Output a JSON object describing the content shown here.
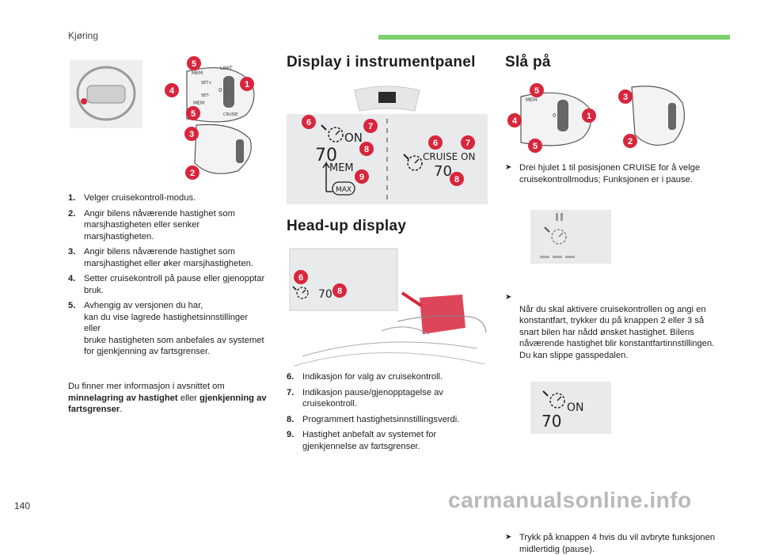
{
  "header": {
    "section": "Kjøring",
    "accent_color": "#7ccf6b"
  },
  "page_number": "140",
  "watermark": "carmanualsonline.info",
  "badge_color": "#d7263d",
  "left": {
    "stalk_labels": {
      "mem": "MEM",
      "limit": "LIMIT",
      "set_plus": "SET+",
      "set_minus": "SET-",
      "cruise": "CRUISE",
      "zero": "0"
    },
    "badges_top": [
      "5",
      "4",
      "5",
      "1",
      "3",
      "2"
    ],
    "list": [
      {
        "num": "1.",
        "text": "Velger cruisekontroll-modus."
      },
      {
        "num": "2.",
        "text": "Angir bilens nåværende hastighet som marsjhastigheten eller senker marsjhastigheten."
      },
      {
        "num": "3.",
        "text": "Angir bilens nåværende hastighet som marsjhastighet eller øker marsjhastigheten."
      },
      {
        "num": "4.",
        "text": "Setter cruisekontroll på pause eller gjenopptar bruk."
      },
      {
        "num": "5.",
        "text": "Avhengig av versjonen du har,\nkan du vise lagrede hastighetsinnstillinger\neller\nbruke hastigheten som anbefales av systemet for gjenkjenning av fartsgrenser."
      }
    ],
    "footer_pre": "Du finner mer informasjon i avsnittet om ",
    "footer_bold1": "minnelagring av hastighet",
    "footer_mid": " eller ",
    "footer_bold2": "gjenkjenning av fartsgrenser",
    "footer_end": "."
  },
  "middle": {
    "title1": "Display i instrumentpanel",
    "panel": {
      "on": "ON",
      "speed": "70",
      "mem": "MEM",
      "max": "MAX",
      "cruise_on": "CRUISE ON",
      "speed2": "70",
      "badges_left": [
        "6",
        "7",
        "8",
        "9"
      ],
      "badges_right": [
        "6",
        "7",
        "8"
      ]
    },
    "title2": "Head-up display",
    "hud": {
      "speed": "70",
      "badges": [
        "6",
        "8"
      ]
    },
    "list": [
      {
        "num": "6.",
        "text": "Indikasjon for valg av cruisekontroll."
      },
      {
        "num": "7.",
        "text": "Indikasjon pause/gjenopptagelse av cruisekontroll."
      },
      {
        "num": "8.",
        "text": "Programmert hastighetsinnstillingsverdi."
      },
      {
        "num": "9.",
        "text": "Hastighet anbefalt av systemet for gjenkjennelse av fartsgrenser."
      }
    ]
  },
  "right": {
    "title": "Slå på",
    "badges": [
      "5",
      "3",
      "4",
      "1",
      "5",
      "2"
    ],
    "bullet1": "Drei hjulet 1 til posisjonen CRUISE for å velge cruisekontrollmodus; Funksjonen er i pause.",
    "bullet2": "Når du skal aktivere cruisekontrollen og angi en konstantfart, trykker du på knappen 2 eller 3 så snart bilen har nådd ønsket hastighet. Bilens nåværende hastighet blir konstantfartinnstillingen.\nDu kan slippe gasspedalen.",
    "display_on": "ON",
    "display_speed": "70",
    "bullet3": "Trykk på knappen 4 hvis du vil avbryte funksjonen midlertidig (pause)."
  }
}
